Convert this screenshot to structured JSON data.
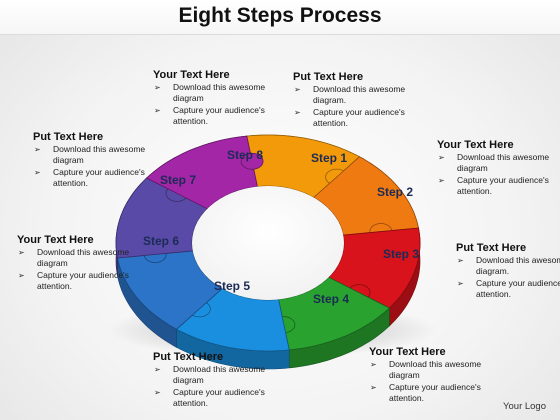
{
  "title": "Eight Steps Process",
  "steps": [
    {
      "label": "Step 1",
      "color": "#f39a0a"
    },
    {
      "label": "Step 2",
      "color": "#ef7a12"
    },
    {
      "label": "Step 3",
      "color": "#d8131b"
    },
    {
      "label": "Step 4",
      "color": "#29a22f"
    },
    {
      "label": "Step 5",
      "color": "#1a8fe0"
    },
    {
      "label": "Step 6",
      "color": "#2c74c8"
    },
    {
      "label": "Step 7",
      "color": "#5a4aa8"
    },
    {
      "label": "Step 8",
      "color": "#a226a6"
    }
  ],
  "text_boxes": [
    {
      "heading": "Your Text Here",
      "bullets": [
        "Download this awesome diagram",
        "Capture your audience's attention."
      ]
    },
    {
      "heading": "Put Text Here",
      "bullets": [
        "Download this awesome diagram.",
        "Capture your audience's attention."
      ]
    },
    {
      "heading": "Your Text Here",
      "bullets": [
        "Download this awesome diagram",
        "Capture your audience's attention."
      ]
    },
    {
      "heading": "Put Text Here",
      "bullets": [
        "Download this awesome diagram.",
        "Capture your audience's attention."
      ]
    },
    {
      "heading": "Your Text Here",
      "bullets": [
        "Download this awesome diagram",
        "Capture your audience's attention."
      ]
    },
    {
      "heading": "Put Text Here",
      "bullets": [
        "Download this awesome diagram",
        "Capture your audience's attention."
      ]
    },
    {
      "heading": "Your Text Here",
      "bullets": [
        "Download this awesome diagram",
        "Capture your audience's attention."
      ]
    },
    {
      "heading": "Put Text Here",
      "bullets": [
        "Download this awesome diagram",
        "Capture your audience's attention."
      ]
    }
  ],
  "bullet_glyph": "➢",
  "logo": "Your Logo"
}
